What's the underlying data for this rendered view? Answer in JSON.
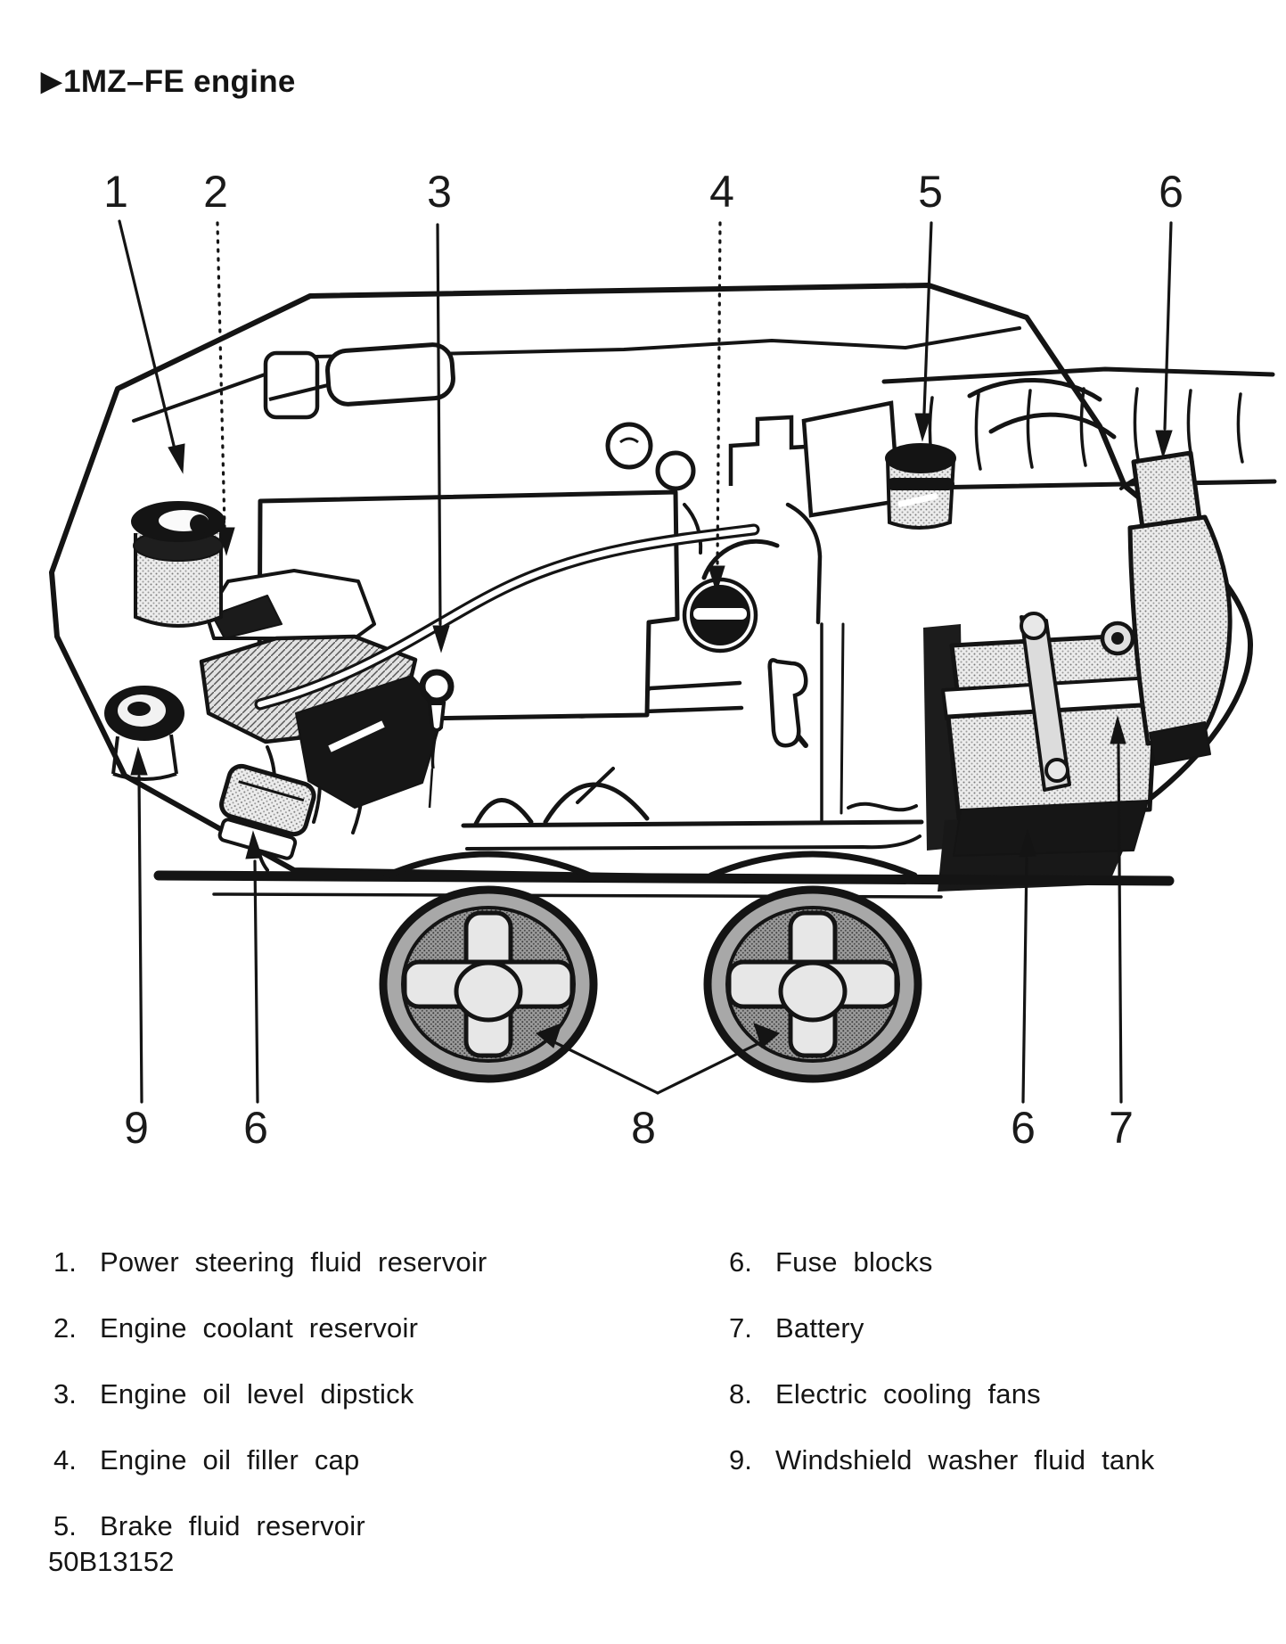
{
  "header": {
    "marker": "▶",
    "title": "1MZ–FE engine"
  },
  "callouts": {
    "top": [
      "1",
      "2",
      "3",
      "4",
      "5",
      "6"
    ],
    "bottom": [
      "9",
      "6",
      "8",
      "6",
      "7"
    ]
  },
  "legend": {
    "left": [
      {
        "num": "1.",
        "label": "Power steering fluid reservoir"
      },
      {
        "num": "2.",
        "label": "Engine coolant reservoir"
      },
      {
        "num": "3.",
        "label": "Engine oil level dipstick"
      },
      {
        "num": "4.",
        "label": "Engine oil filler cap"
      },
      {
        "num": "5.",
        "label": "Brake fluid reservoir"
      }
    ],
    "right": [
      {
        "num": "6.",
        "label": "Fuse blocks"
      },
      {
        "num": "7.",
        "label": "Battery"
      },
      {
        "num": "8.",
        "label": "Electric cooling fans"
      },
      {
        "num": "9.",
        "label": "Windshield washer fluid tank"
      }
    ]
  },
  "figure_code": "50B13152"
}
